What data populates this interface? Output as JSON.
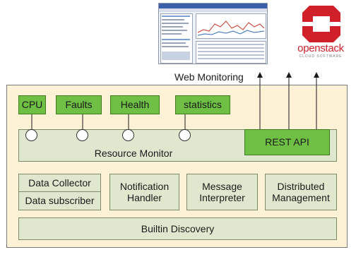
{
  "top": {
    "web_monitoring_label": "Web Monitoring",
    "openstack_logo_text": "openstack",
    "openstack_logo_sub": "CLOUD SOFTWARE"
  },
  "metrics": [
    {
      "id": "cpu",
      "label": "CPU"
    },
    {
      "id": "faults",
      "label": "Faults"
    },
    {
      "id": "health",
      "label": "Health"
    },
    {
      "id": "statistics",
      "label": "statistics"
    }
  ],
  "resource_monitor": {
    "label": "Resource Monitor"
  },
  "rest_api": {
    "label": "REST API"
  },
  "components": {
    "data_collector": "Data Collector",
    "data_subscriber": "Data subscriber",
    "notification_handler": "Notification Handler",
    "message_interpreter": "Message Interpreter",
    "distributed_management": "Distributed Management"
  },
  "builtin_discovery": {
    "label": "Builtin Discovery"
  },
  "colors": {
    "container_fill": "#fdf2d5",
    "green_module": "#6fbf45",
    "pale_module": "#dfe8cf",
    "openstack_red": "#d0202a"
  },
  "icons": [
    "web-monitoring-screenshot",
    "openstack-logo"
  ]
}
